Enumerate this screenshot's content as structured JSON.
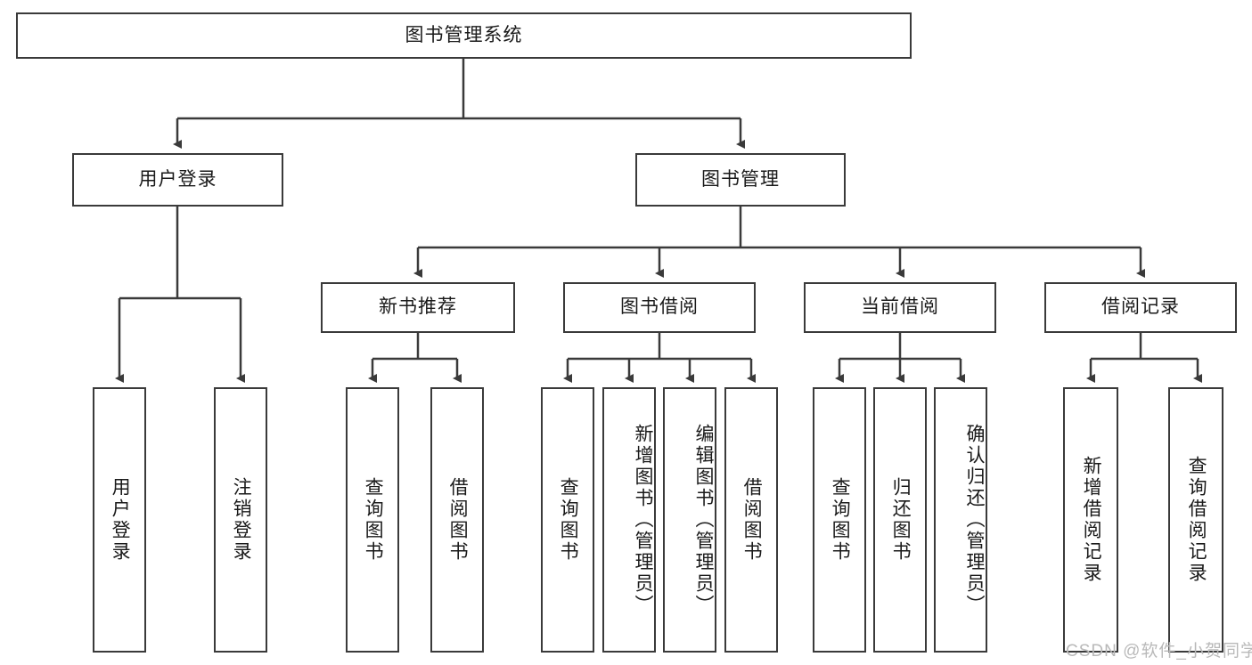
{
  "diagram": {
    "type": "tree-hierarchy-diagram",
    "root": {
      "label": "图书管理系统"
    },
    "level2": [
      {
        "label": "用户登录"
      },
      {
        "label": "图书管理"
      }
    ],
    "level3": [
      {
        "label": "新书推荐"
      },
      {
        "label": "图书借阅"
      },
      {
        "label": "当前借阅"
      },
      {
        "label": "借阅记录"
      }
    ],
    "leaves": {
      "user_login": [
        {
          "label": "用户登录"
        },
        {
          "label": "注销登录"
        }
      ],
      "new_book_recommend": [
        {
          "label": "查询图书"
        },
        {
          "label": "借阅图书"
        }
      ],
      "book_borrow": [
        {
          "label": "查询图书"
        },
        {
          "label": "新增图书（管理员）"
        },
        {
          "label": "编辑图书（管理员）"
        },
        {
          "label": "借阅图书"
        }
      ],
      "current_borrow": [
        {
          "label": "查询图书"
        },
        {
          "label": "归还图书"
        },
        {
          "label": "确认归还（管理员）"
        }
      ],
      "borrow_record": [
        {
          "label": "新增借阅记录"
        },
        {
          "label": "查询借阅记录"
        }
      ]
    }
  },
  "watermark": {
    "text": "CSDN @软件_小贺同学"
  },
  "colors": {
    "stroke": "#3a3a3a",
    "text": "#1a1a1a",
    "background": "#ffffff",
    "watermark": "#b9b9b9"
  }
}
